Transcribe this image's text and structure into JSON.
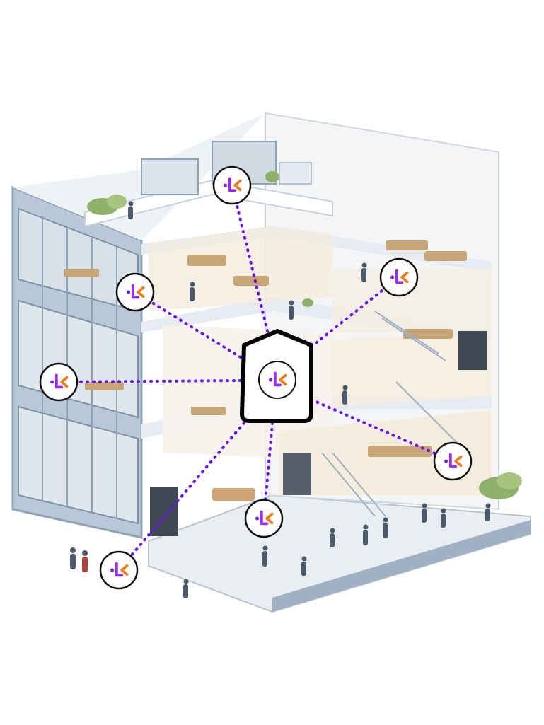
{
  "colors": {
    "link_line": "#6a10e6",
    "logo_dot": "#7a1ae8",
    "logo_l": "#9b2bf0",
    "logo_chevron": "#f07a1a",
    "hub_stroke": "#000000",
    "node_stroke": "#111111",
    "glass": "#c9d4df",
    "floor_slab": "#e9eef2",
    "building_frame": "#9fb1c2",
    "plant": "#8fb26a"
  },
  "icons": {
    "hub": "home-gateway-icon",
    "node": "brand-logo-icon"
  },
  "network": {
    "hub": {
      "icon": "brand-logo-icon"
    },
    "nodes": [
      {
        "id": "roof",
        "icon": "brand-logo-icon"
      },
      {
        "id": "left-upper",
        "icon": "brand-logo-icon"
      },
      {
        "id": "left-middle",
        "icon": "brand-logo-icon"
      },
      {
        "id": "right-upper",
        "icon": "brand-logo-icon"
      },
      {
        "id": "right-lower",
        "icon": "brand-logo-icon"
      },
      {
        "id": "ground-center",
        "icon": "brand-logo-icon"
      },
      {
        "id": "ground-left",
        "icon": "brand-logo-icon"
      }
    ]
  }
}
